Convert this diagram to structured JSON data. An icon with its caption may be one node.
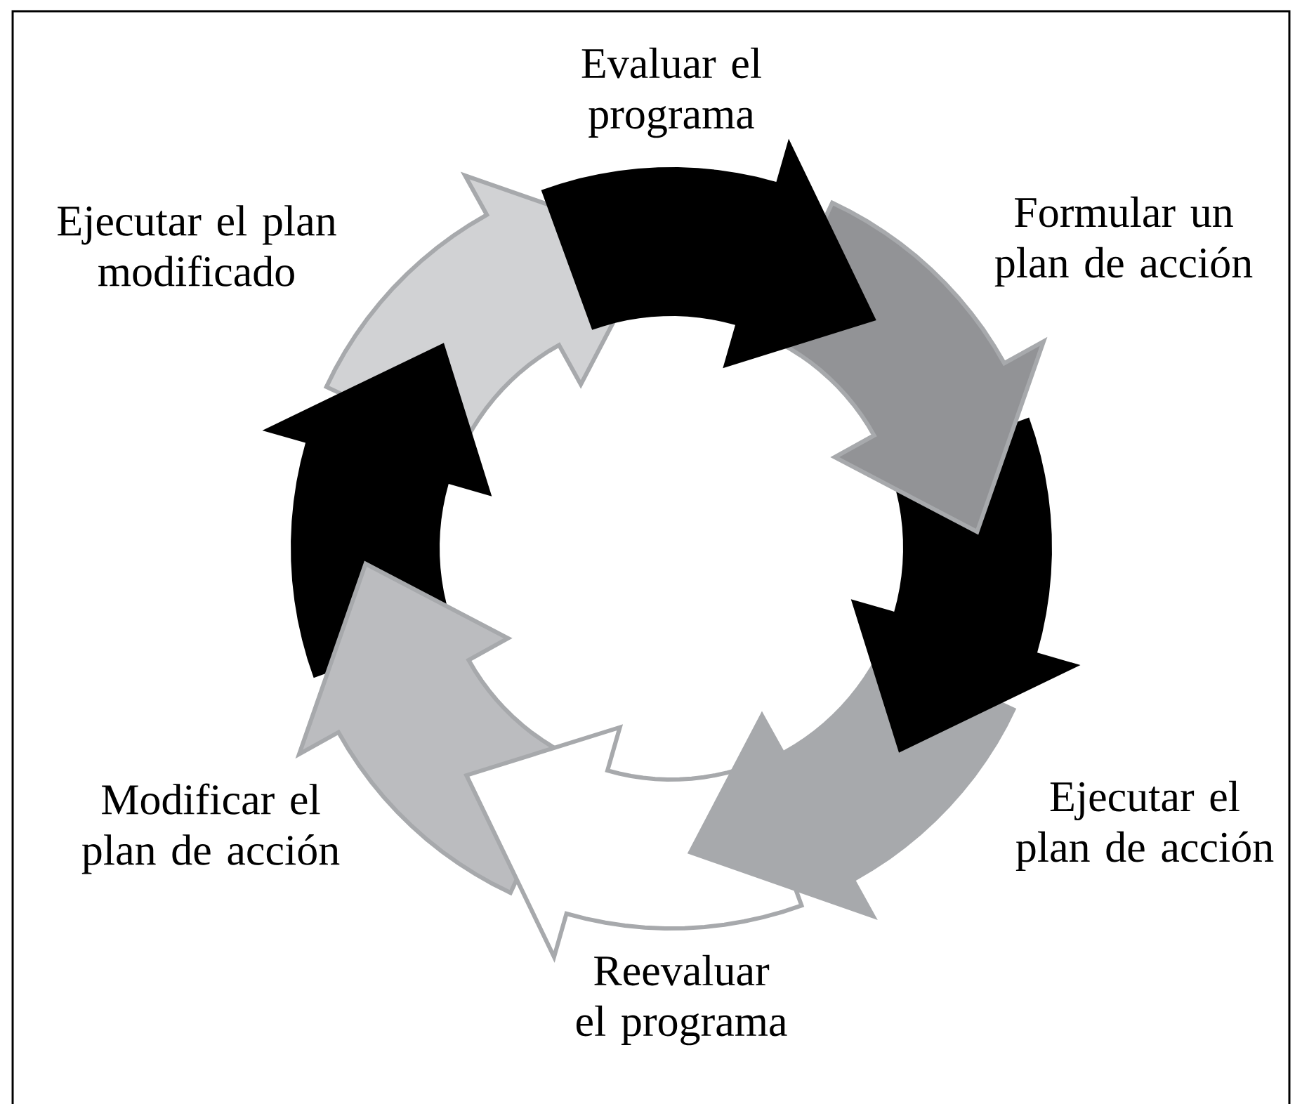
{
  "diagram": {
    "labels": [
      "Evaluar el programa",
      "Formular un plan de acción",
      "Ejecutar el plan de acción",
      "Reevaluar el programa",
      "Modificar el plan de acción",
      "Ejecutar el plan modificado"
    ]
  }
}
